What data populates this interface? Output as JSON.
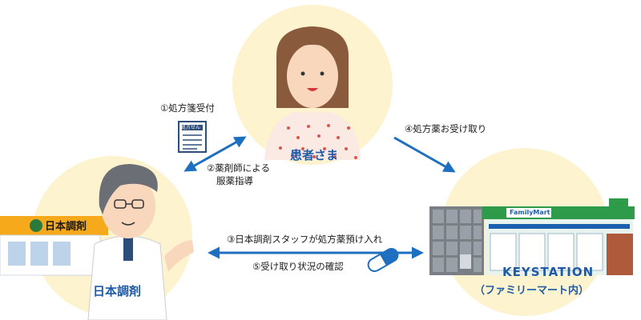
{
  "nodes": {
    "patient": "患者さま",
    "pharmacy": "日本調剤",
    "pharmacy_sign": "日本調剤",
    "keystation": "KEYSTATION",
    "keystation_sub": "（ファミリーマート内）"
  },
  "steps": {
    "s1": "①処方箋受付",
    "s2_line1": "②薬剤師による",
    "s2_line2": "服薬指導",
    "s3": "③日本調剤スタッフが処方薬預け入れ",
    "s4": "④処方薬お受け取り",
    "s5": "⑤受け取り状況の確認"
  },
  "prescription_doc": "処方せん",
  "store_sign": "FamilyMart",
  "colors": {
    "circle": "#fdf3cf",
    "arrow": "#1f6fc0",
    "label_blue": "#1f5aa6",
    "locker": "#7a7f86",
    "capsule": "#1f6fc0"
  }
}
